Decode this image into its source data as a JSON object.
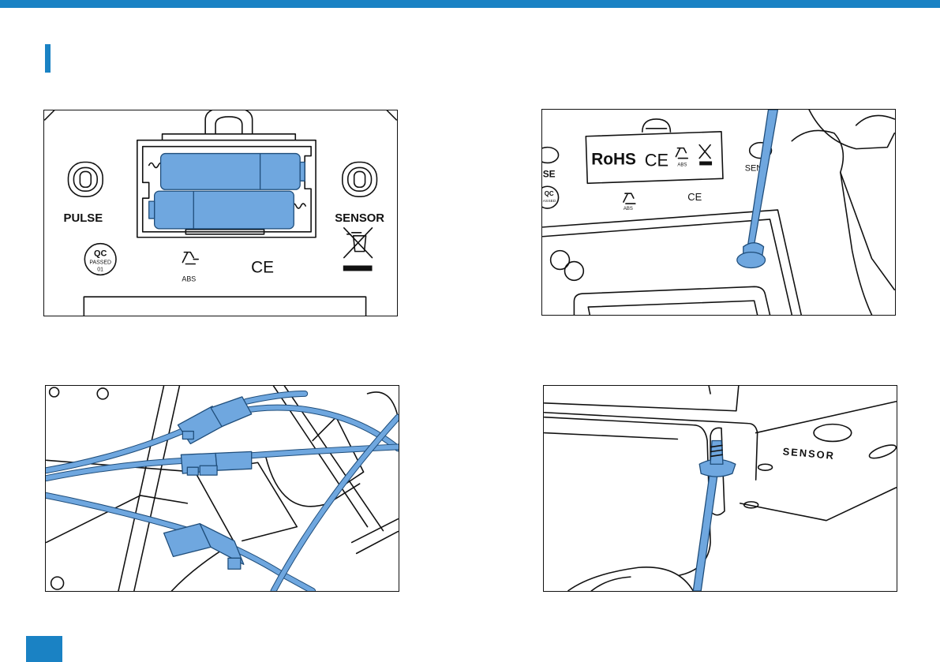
{
  "colors": {
    "accent": "#1a82c4",
    "highlight": "#6fa7df"
  },
  "panel1": {
    "pulse_label": "PULSE",
    "sensor_label": "SENSOR",
    "qc_line1": "QC",
    "qc_line2": "PASSED",
    "qc_line3": "01",
    "abs_label": "ABS",
    "ce_mark": "CE"
  },
  "panel2": {
    "rohs_label": "RoHS",
    "ce_mark": "CE",
    "abs_label": "ABS",
    "pulse_fragment": "SE",
    "sensor_fragment": "SEN",
    "qc_line1": "QC",
    "qc_line2": "ASSED",
    "abs_label_2": "ABS",
    "ce_mark_2": "CE"
  },
  "panel4": {
    "sensor_label": "SENSOR"
  }
}
